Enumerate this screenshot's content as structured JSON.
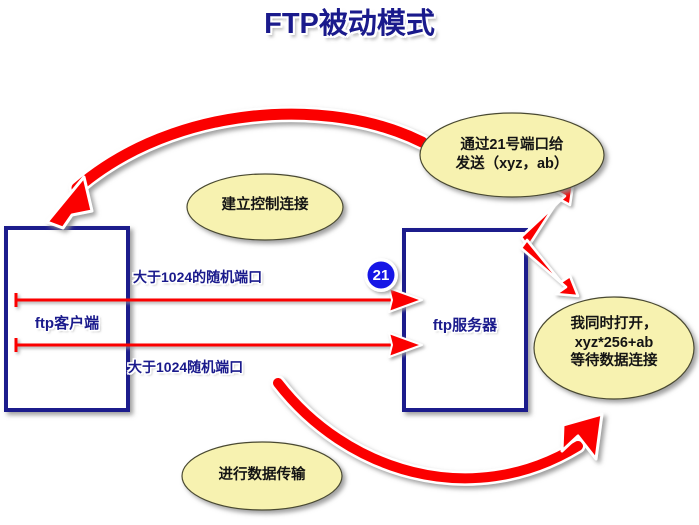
{
  "title": "FTP被动模式",
  "colors": {
    "box_border": "#1a1a8c",
    "box_fill": "#ffffff",
    "arrow_red": "#fb0000",
    "ellipse_fill": "#f7f2b0",
    "ellipse_stroke": "#4a4a30",
    "badge_fill": "#1414e6",
    "label_navy": "#1a1a8c",
    "page_bg": "#ffffff"
  },
  "nodes": {
    "client": {
      "label": "ftp客户端"
    },
    "server": {
      "label": "ftp服务器"
    }
  },
  "badges": {
    "control_port": "21"
  },
  "connectors": [
    {
      "name": "control-connection",
      "label": "大于1024的随机端口"
    },
    {
      "name": "data-connection",
      "label": "大于1024随机端口"
    }
  ],
  "callouts": {
    "establish_control": "建立控制连接",
    "send_ports": "通过21号端口给\n发送（xyz，ab）",
    "server_listen": "我同时打开，\nxyz*256+ab\n等待数据连接",
    "data_transfer": "进行数据传输"
  }
}
